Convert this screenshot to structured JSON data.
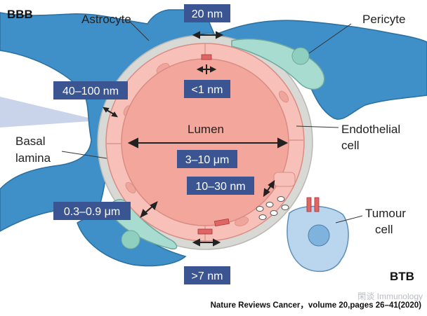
{
  "corner_labels": {
    "top_left": "BBB",
    "bottom_right": "BTB"
  },
  "labels": {
    "astrocyte": "Astrocyte",
    "pericyte": "Pericyte",
    "basal_lamina_1": "Basal",
    "basal_lamina_2": "lamina",
    "lumen": "Lumen",
    "endothelial_1": "Endothelial",
    "endothelial_2": "cell",
    "tumour_1": "Tumour",
    "tumour_2": "cell"
  },
  "measurements": {
    "gap_astrocyte": "20 nm",
    "tight_junction": "<1 nm",
    "basal_lamina": "40–100 nm",
    "lumen_diameter": "3–10 μm",
    "fenestration": "10–30 nm",
    "btb_gap": "0.3–0.9 μm",
    "btb_junction": ">7 nm"
  },
  "colors": {
    "astrocyte": "#3f8fc9",
    "basal_lamina": "#d8d8d4",
    "endothelium": "#f7c0b8",
    "lumen": "#f3a69c",
    "pericyte": "#a8dcd0",
    "box": "#3a5591",
    "junction": "#e06666"
  },
  "watermark": "閑谈 Immunology",
  "citation": "Nature Reviews Cancer，volume 20,pages 26–41(2020)"
}
